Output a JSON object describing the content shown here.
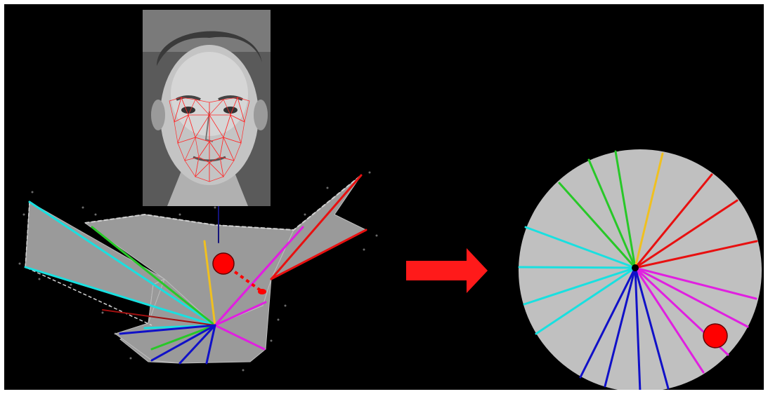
{
  "colors": {
    "background": "#000000",
    "mesh_fill": "#9a9a9a",
    "disk_fill": "#c0c0c0",
    "mesh_outline": "#d0d0d0",
    "landmark_mesh": "#ff2a2a",
    "arrow": "#ff1a1a",
    "marker": "#ff0000",
    "center_dot": "#000000",
    "cyan": "#19e0e0",
    "green": "#28c828",
    "yellow": "#f0c020",
    "red": "#e81010",
    "magenta": "#e020e0",
    "blue": "#1010c8",
    "navy": "#14147a"
  },
  "face_photo": {
    "icon": "grayscale-face-photo-with-landmark-mesh"
  },
  "arrow": {
    "icon": "right-arrow"
  },
  "mesh_diagram": {
    "icon": "flattened-face-mesh-with-colored-rays"
  },
  "disk_diagram": {
    "icon": "circular-disk-with-colored-radial-lines"
  }
}
